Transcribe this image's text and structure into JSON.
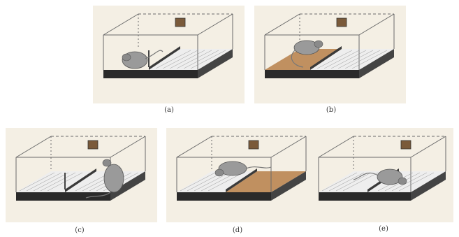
{
  "figure": {
    "panels": [
      {
        "id": "a",
        "label": "(a)",
        "floor_left": "plain",
        "floor_right": "plain",
        "rat_position": "left compartment, against partition"
      },
      {
        "id": "b",
        "label": "(b)",
        "floor_left": "shaded",
        "floor_right": "plain",
        "rat_position": "climbing over partition"
      },
      {
        "id": "c",
        "label": "(c)",
        "floor_left": "plain",
        "floor_right": "plain",
        "rat_position": "right compartment, rearing"
      },
      {
        "id": "d",
        "label": "(d)",
        "floor_left": "plain",
        "floor_right": "shaded",
        "rat_position": "on partition"
      },
      {
        "id": "e",
        "label": "(e)",
        "floor_left": "plain",
        "floor_right": "plain",
        "rat_position": "crossing partition"
      }
    ],
    "colors": {
      "panel_bg": "#f4efe4",
      "line": "#6a6a6a",
      "shaded_floor": "#c09060",
      "base": "#2a2a2a",
      "rat": "#8a8a8a"
    }
  }
}
